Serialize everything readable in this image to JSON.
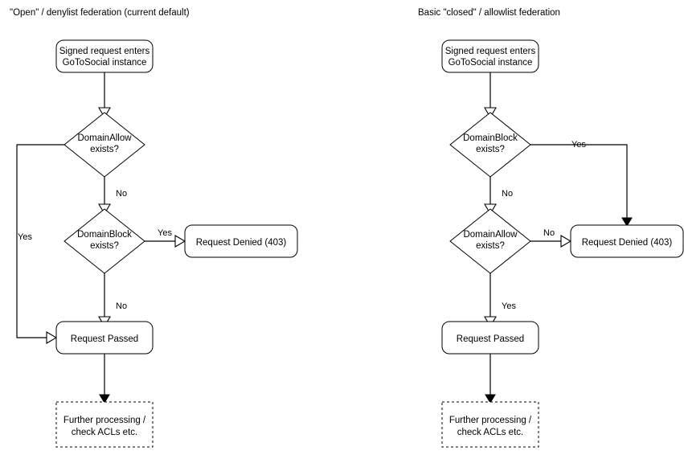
{
  "diagram": {
    "type": "flowchart",
    "background": "#ffffff",
    "stroke_color": "#000000",
    "text_color": "#000000",
    "panels": [
      {
        "id": "open-denylist",
        "title": "\"Open\" / denylist federation (current default)",
        "nodes": [
          {
            "id": "start",
            "shape": "rounded-rect",
            "lines": [
              "Signed request enters",
              "GoToSocial instance"
            ]
          },
          {
            "id": "domain-allow",
            "shape": "diamond",
            "lines": [
              "DomainAllow",
              "exists?"
            ]
          },
          {
            "id": "domain-block",
            "shape": "diamond",
            "lines": [
              "DomainBlock",
              "exists?"
            ]
          },
          {
            "id": "denied",
            "shape": "rounded-rect",
            "lines": [
              "Request Denied (403)"
            ]
          },
          {
            "id": "passed",
            "shape": "rounded-rect",
            "lines": [
              "Request Passed"
            ]
          },
          {
            "id": "further",
            "shape": "dashed-rect",
            "lines": [
              "Further processing /",
              "check ACLs etc."
            ]
          }
        ],
        "edges": [
          {
            "from": "start",
            "to": "domain-allow",
            "label": ""
          },
          {
            "from": "domain-allow",
            "to": "passed",
            "label": "Yes"
          },
          {
            "from": "domain-allow",
            "to": "domain-block",
            "label": "No"
          },
          {
            "from": "domain-block",
            "to": "denied",
            "label": "Yes"
          },
          {
            "from": "domain-block",
            "to": "passed",
            "label": "No"
          },
          {
            "from": "passed",
            "to": "further",
            "label": ""
          }
        ]
      },
      {
        "id": "closed-allowlist",
        "title": "Basic \"closed\" / allowlist federation",
        "nodes": [
          {
            "id": "start",
            "shape": "rounded-rect",
            "lines": [
              "Signed request enters",
              "GoToSocial instance"
            ]
          },
          {
            "id": "domain-block",
            "shape": "diamond",
            "lines": [
              "DomainBlock",
              "exists?"
            ]
          },
          {
            "id": "domain-allow",
            "shape": "diamond",
            "lines": [
              "DomainAllow",
              "exists?"
            ]
          },
          {
            "id": "denied",
            "shape": "rounded-rect",
            "lines": [
              "Request Denied (403)"
            ]
          },
          {
            "id": "passed",
            "shape": "rounded-rect",
            "lines": [
              "Request Passed"
            ]
          },
          {
            "id": "further",
            "shape": "dashed-rect",
            "lines": [
              "Further processing /",
              "check ACLs etc."
            ]
          }
        ],
        "edges": [
          {
            "from": "start",
            "to": "domain-block",
            "label": ""
          },
          {
            "from": "domain-block",
            "to": "denied",
            "label": "Yes"
          },
          {
            "from": "domain-block",
            "to": "domain-allow",
            "label": "No"
          },
          {
            "from": "domain-allow",
            "to": "denied",
            "label": "No"
          },
          {
            "from": "domain-allow",
            "to": "passed",
            "label": "Yes"
          },
          {
            "from": "passed",
            "to": "further",
            "label": ""
          }
        ]
      }
    ]
  },
  "left": {
    "title": "\"Open\" / denylist federation (current default)",
    "start_line1": "Signed request enters",
    "start_line2": "GoToSocial instance",
    "allow_line1": "DomainAllow",
    "allow_line2": "exists?",
    "block_line1": "DomainBlock",
    "block_line2": "exists?",
    "denied": "Request Denied (403)",
    "passed": "Request Passed",
    "further_line1": "Further processing /",
    "further_line2": "check ACLs etc.",
    "label_allow_yes": "Yes",
    "label_allow_no": "No",
    "label_block_yes": "Yes",
    "label_block_no": "No"
  },
  "right": {
    "title": "Basic \"closed\" / allowlist federation",
    "start_line1": "Signed request enters",
    "start_line2": "GoToSocial instance",
    "block_line1": "DomainBlock",
    "block_line2": "exists?",
    "allow_line1": "DomainAllow",
    "allow_line2": "exists?",
    "denied": "Request Denied (403)",
    "passed": "Request Passed",
    "further_line1": "Further processing /",
    "further_line2": "check ACLs etc.",
    "label_block_yes": "Yes",
    "label_block_no": "No",
    "label_allow_no": "No",
    "label_allow_yes": "Yes"
  }
}
